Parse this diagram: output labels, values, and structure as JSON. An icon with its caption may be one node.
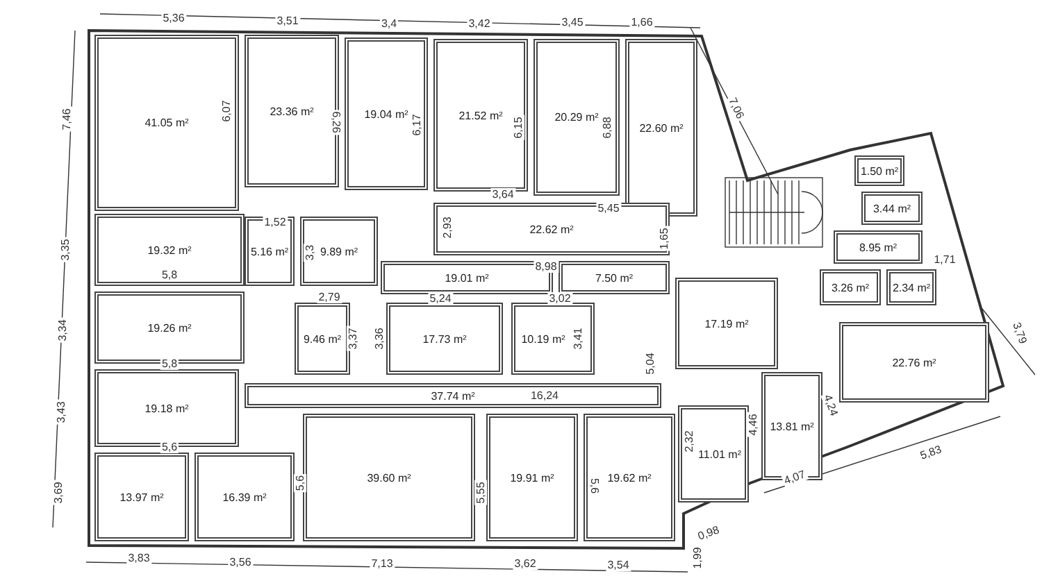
{
  "diagram": {
    "nodes": [
      {
        "text": [
          "41.05 m²"
        ]
      },
      {
        "text": [
          "23.36 m²"
        ]
      },
      {
        "text": [
          "19.04 m²"
        ]
      },
      {
        "text": [
          "21.52 m²"
        ]
      },
      {
        "text": [
          "20.29 m²"
        ]
      },
      {
        "text": [
          "22.60 m²"
        ]
      },
      {
        "text": [
          "19.32 m²"
        ]
      },
      {
        "text": [
          "5.16 m²"
        ]
      },
      {
        "text": [
          "9.89 m²"
        ]
      },
      {
        "text": [
          "19.01 m²"
        ]
      },
      {
        "text": [
          "22.62 m²"
        ]
      },
      {
        "text": [
          "7.50 m²"
        ]
      },
      {
        "text": [
          "17.19 m²"
        ]
      },
      {
        "text": [
          "1.50 m²"
        ]
      },
      {
        "text": [
          "3.44 m²"
        ]
      },
      {
        "text": [
          "8.95 m²"
        ]
      },
      {
        "text": [
          "3.26 m²"
        ]
      },
      {
        "text": [
          "2.34 m²"
        ]
      },
      {
        "text": [
          "19.26 m²"
        ]
      },
      {
        "text": [
          "9.46 m²"
        ]
      },
      {
        "text": [
          "17.73 m²"
        ]
      },
      {
        "text": [
          "10.19 m²"
        ]
      },
      {
        "text": [
          "19.18 m²"
        ]
      },
      {
        "text": [
          "37.74 m²"
        ]
      },
      {
        "text": [
          "22.76 m²"
        ]
      },
      {
        "text": [
          "13.81 m²"
        ]
      },
      {
        "text": [
          "11.01 m²"
        ]
      },
      {
        "text": [
          "13.97 m²"
        ]
      },
      {
        "text": [
          "16.39 m²"
        ]
      },
      {
        "text": [
          "39.60 m²"
        ]
      },
      {
        "text": [
          "19.91 m²"
        ]
      },
      {
        "text": [
          "19.62 m²"
        ]
      }
    ],
    "labels": [
      "5,36",
      "3,51",
      "3,4",
      "3,42",
      "3,45",
      "1,66",
      "7,06",
      "7,46",
      "6,07",
      "6,26",
      "6,17",
      "6,15",
      "6,88",
      "3,64",
      "5,45",
      "2,93",
      "1,65",
      "8,98",
      "1,52",
      "3,3",
      "3,35",
      "5,8",
      "2,79",
      "5,24",
      "3,02",
      "1,71",
      "3,34",
      "3,37",
      "3,36",
      "3,41",
      "3,79",
      "5,8",
      "5,04",
      "16,24",
      "4,24",
      "4,46",
      "2,32",
      "3,43",
      "5,6",
      "5,83",
      "5,6",
      "5,55",
      "5,6",
      "4,07",
      "0,98",
      "1,99",
      "3,69",
      "3,83",
      "3,56",
      "7,13",
      "3,62",
      "3,54"
    ]
  }
}
